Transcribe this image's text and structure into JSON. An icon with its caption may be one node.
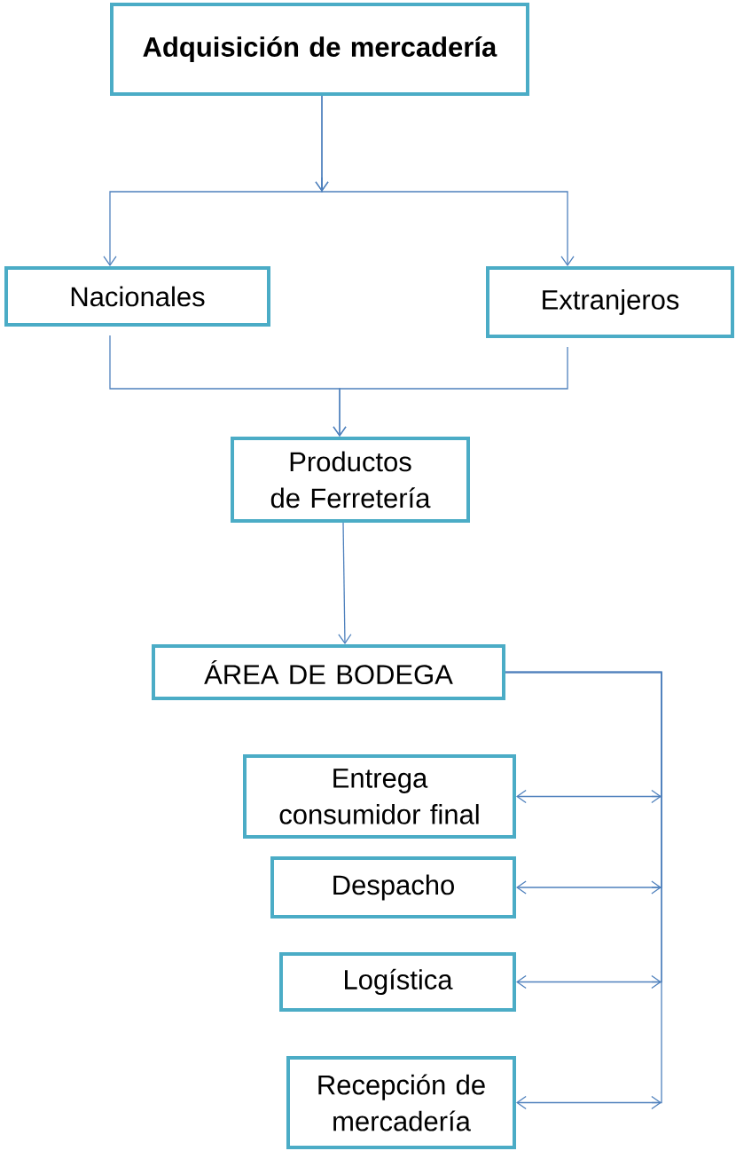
{
  "diagram": {
    "nodes": [
      {
        "text": [
          "**Adquisición de mercadería**"
        ]
      },
      {
        "text": [
          "Nacionales"
        ]
      },
      {
        "text": [
          "Extranjeros"
        ]
      },
      {
        "text": [
          "Productos de Ferretería"
        ]
      },
      {
        "text": [
          "ÁREA DE BODEGA"
        ]
      },
      {
        "text": [
          "Entrega consumidor final"
        ]
      },
      {
        "text": [
          "Despacho"
        ]
      },
      {
        "text": [
          "Logística"
        ]
      },
      {
        "text": [
          "Recepción de mercadería"
        ]
      }
    ],
    "edges": [
      {
        "from": 0,
        "to": 1,
        "arrow": "to"
      },
      {
        "from": 0,
        "to": 2,
        "arrow": "to"
      },
      {
        "from": 1,
        "to": 3,
        "arrow": "to"
      },
      {
        "from": 2,
        "to": 3,
        "arrow": "to"
      },
      {
        "from": 3,
        "to": 4,
        "arrow": "to"
      },
      {
        "from": 4,
        "to": 5,
        "arrow": "to"
      },
      {
        "from": 4,
        "to": 6,
        "arrow": "to"
      },
      {
        "from": 4,
        "to": 7,
        "arrow": "to"
      },
      {
        "from": 4,
        "to": 8,
        "arrow": "to"
      }
    ]
  }
}
